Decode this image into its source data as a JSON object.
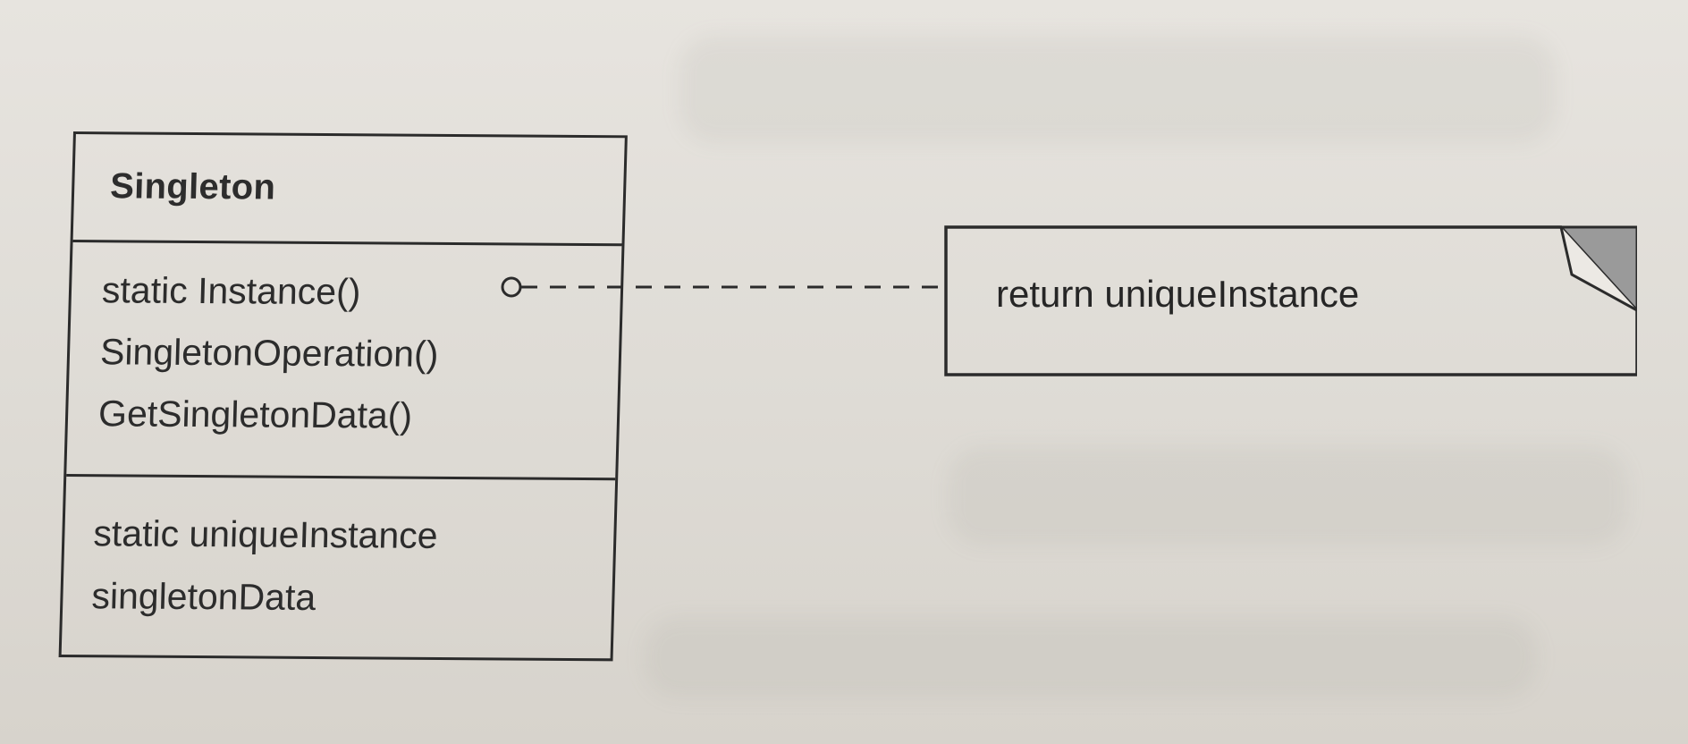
{
  "uml_class": {
    "name": "Singleton",
    "operations": [
      "static Instance()",
      "SingletonOperation()",
      "GetSingletonData()"
    ],
    "attributes": [
      "static uniqueInstance",
      "singletonData"
    ]
  },
  "note": {
    "text": "return uniqueInstance"
  },
  "colors": {
    "paper": "#e2dfda",
    "ink": "#2b2b2b",
    "note_corner_fill": "#9a9a9a"
  }
}
